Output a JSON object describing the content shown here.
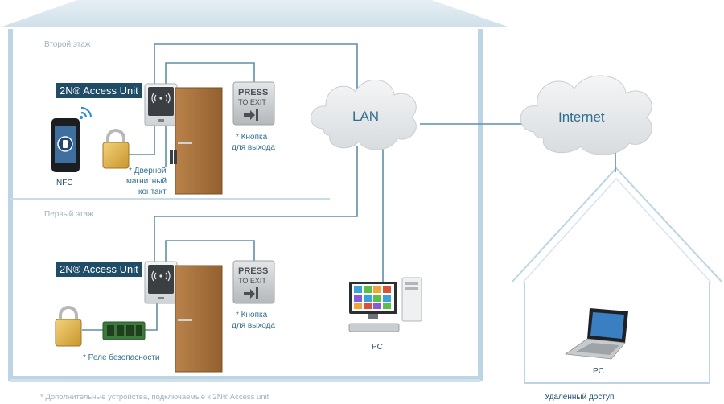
{
  "floors": {
    "second": "Второй этаж",
    "first": "Первый этаж"
  },
  "units": {
    "top": "2N® Access Unit",
    "bottom": "2N® Access Unit"
  },
  "exit_button": {
    "line1": "PRESS",
    "line2": "TO EXIT",
    "label_line1": "* Кнопка",
    "label_line2": "для выхода"
  },
  "door_contact": {
    "line1": "* Дверной",
    "line2": "магнитный",
    "line3": "контакт"
  },
  "phone_label": "NFC",
  "relay_label": "* Реле безопасности",
  "clouds": {
    "lan": "LAN",
    "internet": "Internet"
  },
  "pc_local_label": "PC",
  "pc_remote_label": "PC",
  "remote_access_label": "Удаленный доступ",
  "footnote": "* Дополнительные устройства, подключаемые к 2N® Access unit",
  "colors": {
    "wall": "#bcd4e3",
    "accent_dark": "#1f4c66",
    "door": "#a8713a",
    "cloud": "#e2e6e9"
  },
  "icons": [
    "nfc-wave-icon",
    "padlock-icon",
    "rfid-icon",
    "exit-arrow-icon",
    "smartphone-icon",
    "laptop-icon",
    "desktop-pc-icon",
    "relay-board-icon"
  ]
}
